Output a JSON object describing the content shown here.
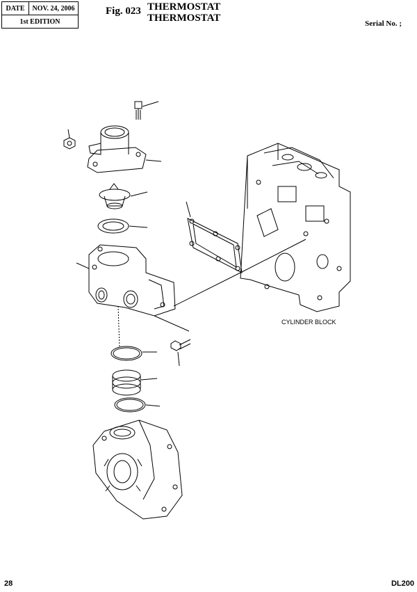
{
  "header": {
    "date_label": "DATE",
    "date_value": "NOV. 24, 2006",
    "edition": "1st EDITION"
  },
  "figure": {
    "number": "Fig. 023",
    "title_line1": "THERMOSTAT",
    "title_line2": "THERMOSTAT"
  },
  "serial": "Serial No. ;",
  "drawing": {
    "callout_cylinder_block": "CYLINDER BLOCK"
  },
  "footer": {
    "page": "28",
    "model": "DL200"
  }
}
